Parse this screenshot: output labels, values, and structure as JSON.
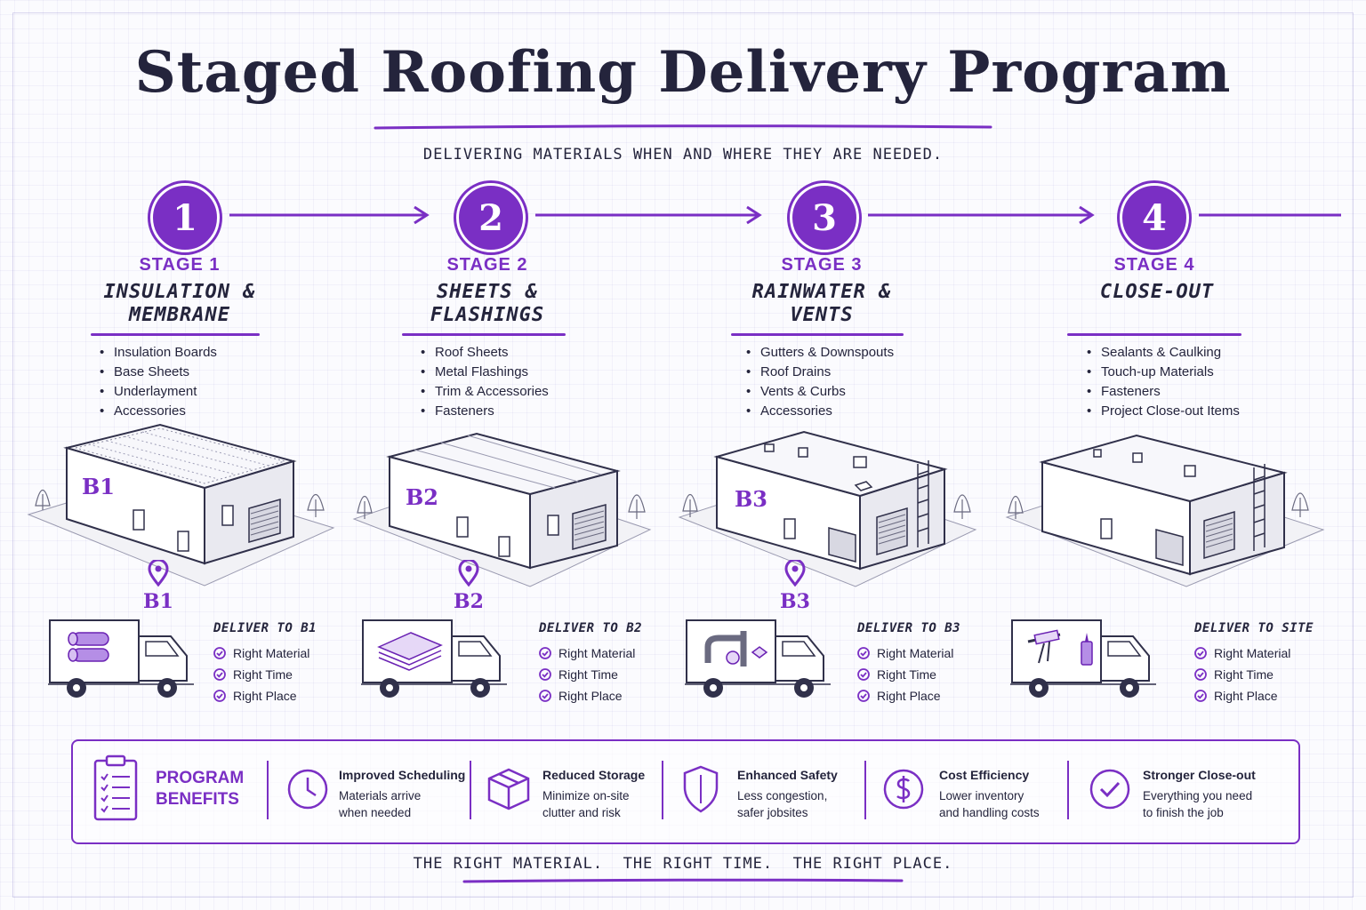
{
  "title": "Staged Roofing Delivery Program",
  "subtitle": "DELIVERING MATERIALS WHEN AND WHERE THEY ARE NEEDED.",
  "accent_color": "#7a2fc4",
  "ink_color": "#24243c",
  "stages": [
    {
      "number": "1",
      "label": "STAGE 1",
      "title_line1": "INSULATION &",
      "title_line2": "MEMBRANE",
      "items": [
        "Insulation Boards",
        "Base Sheets",
        "Underlayment",
        "Accessories"
      ],
      "building_tag": "B1",
      "pin_label": "B1",
      "deliver_to": "DELIVER TO B1",
      "checks": [
        "Right Material",
        "Right Time",
        "Right Place"
      ],
      "truck_cargo_icon": "insulation-rolls-icon"
    },
    {
      "number": "2",
      "label": "STAGE 2",
      "title_line1": "SHEETS &",
      "title_line2": "FLASHINGS",
      "items": [
        "Roof Sheets",
        "Metal Flashings",
        "Trim & Accessories",
        "Fasteners"
      ],
      "building_tag": "B2",
      "pin_label": "B2",
      "deliver_to": "DELIVER TO B2",
      "checks": [
        "Right Material",
        "Right Time",
        "Right Place"
      ],
      "truck_cargo_icon": "metal-sheets-icon"
    },
    {
      "number": "3",
      "label": "STAGE 3",
      "title_line1": "RAINWATER &",
      "title_line2": "VENTS",
      "items": [
        "Gutters & Downspouts",
        "Roof Drains",
        "Vents & Curbs",
        "Accessories"
      ],
      "building_tag": "B3",
      "pin_label": "B3",
      "deliver_to": "DELIVER TO B3",
      "checks": [
        "Right Material",
        "Right Time",
        "Right Place"
      ],
      "truck_cargo_icon": "pipes-drains-icon"
    },
    {
      "number": "4",
      "label": "STAGE 4",
      "title_line1": "CLOSE-OUT",
      "title_line2": "",
      "items": [
        "Sealants & Caulking",
        "Touch-up Materials",
        "Fasteners",
        "Project Close-out Items"
      ],
      "building_tag": "",
      "pin_label": "",
      "deliver_to": "DELIVER TO SITE",
      "checks": [
        "Right Material",
        "Right Time",
        "Right Place"
      ],
      "truck_cargo_icon": "caulk-gun-icon"
    }
  ],
  "benefits": {
    "heading_line1": "PROGRAM",
    "heading_line2": "BENEFITS",
    "items": [
      {
        "title": "Improved Scheduling",
        "line1": "Materials arrive",
        "line2": "when needed",
        "icon": "clock-icon"
      },
      {
        "title": "Reduced Storage",
        "line1": "Minimize on-site",
        "line2": "clutter and risk",
        "icon": "box-icon"
      },
      {
        "title": "Enhanced Safety",
        "line1": "Less congestion,",
        "line2": "safer jobsites",
        "icon": "shield-icon"
      },
      {
        "title": "Cost Efficiency",
        "line1": "Lower inventory",
        "line2": "and handling costs",
        "icon": "dollar-icon"
      },
      {
        "title": "Stronger Close-out",
        "line1": "Everything you need",
        "line2": "to finish the job",
        "icon": "check-circle-icon"
      }
    ]
  },
  "footer": "THE RIGHT MATERIAL.  THE RIGHT TIME.  THE RIGHT PLACE."
}
